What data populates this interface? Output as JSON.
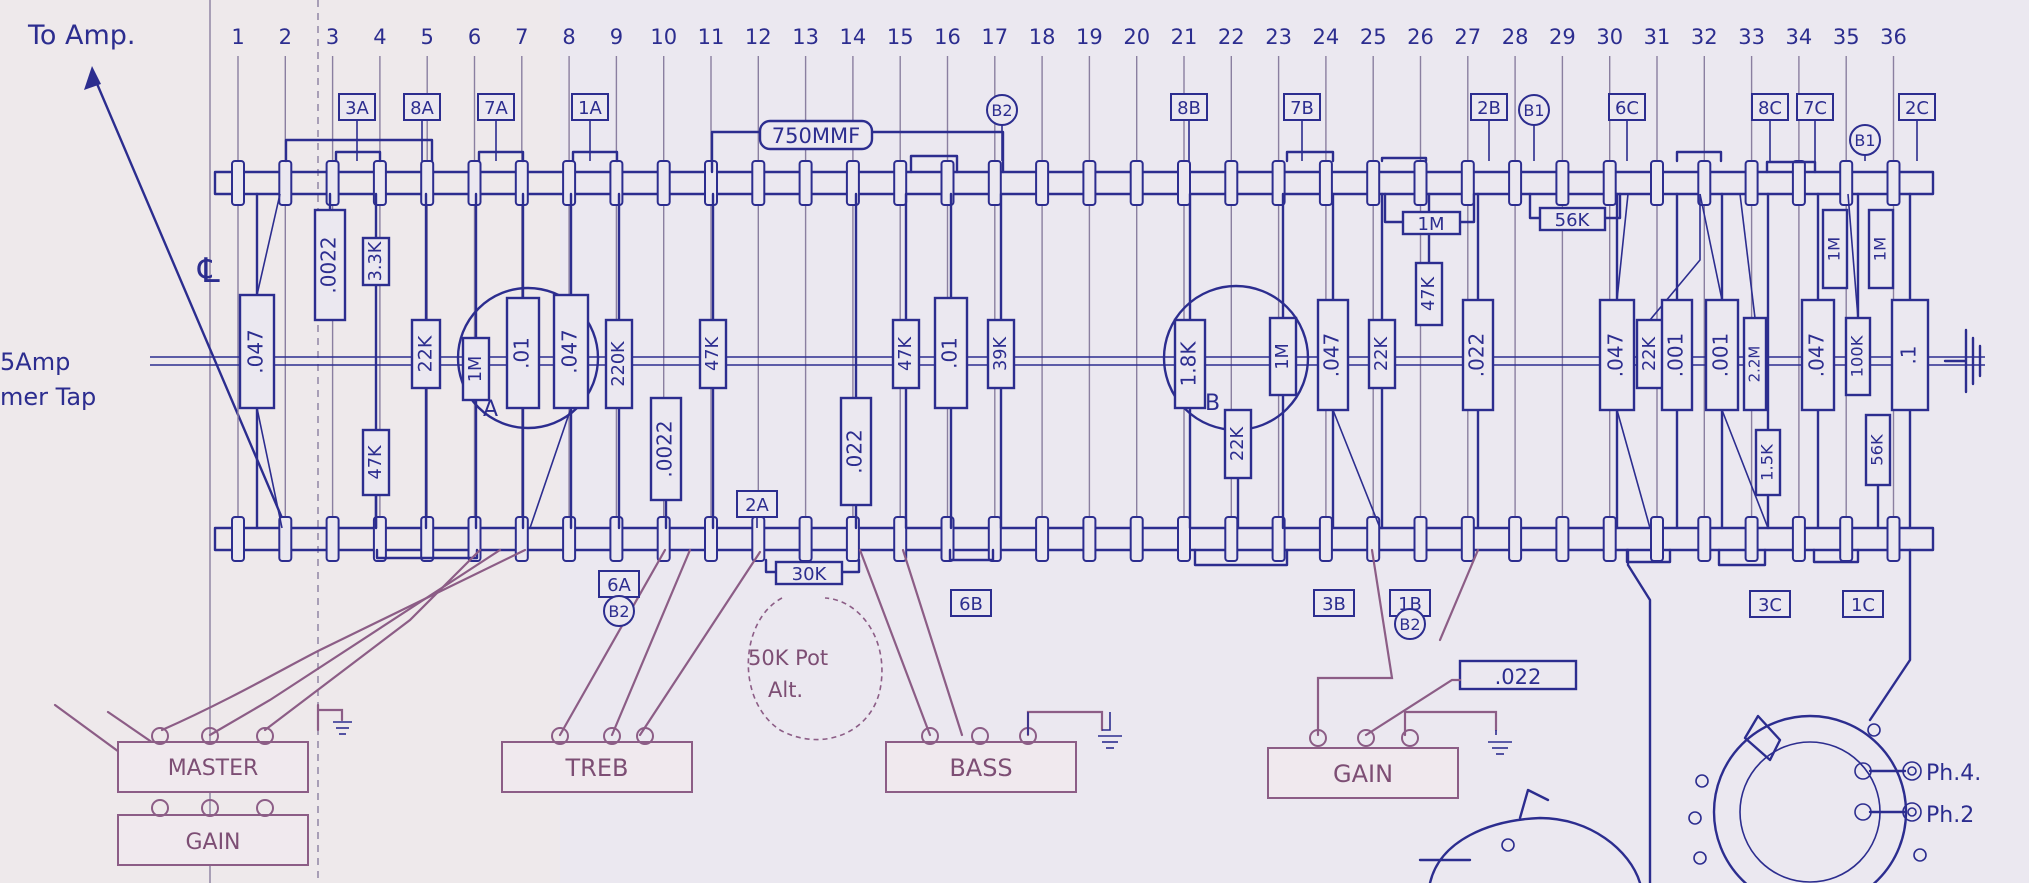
{
  "diagram": {
    "top_left_label": "To Amp.",
    "left_label_line1": "5Amp",
    "left_label_line2": "mer Tap",
    "centerline_symbol": "℄",
    "lug_numbers": [
      "1",
      "2",
      "3",
      "4",
      "5",
      "6",
      "7",
      "8",
      "9",
      "10",
      "11",
      "12",
      "13",
      "14",
      "15",
      "16",
      "17",
      "18",
      "19",
      "20",
      "21",
      "22",
      "23",
      "24",
      "25",
      "26",
      "27",
      "28",
      "29",
      "30",
      "31",
      "32",
      "33",
      "34",
      "35",
      "36"
    ],
    "tube_labels": [
      "A",
      "B"
    ],
    "top_tags": [
      "3A",
      "8A",
      "7A",
      "1A",
      "8B",
      "7B",
      "2B",
      "6C",
      "8C",
      "7C",
      "2C"
    ],
    "top_circle_tags": [
      "B2",
      "B1",
      "B1"
    ],
    "bottom_tags": [
      "6A",
      "6B",
      "3B",
      "1B",
      "3C",
      "1C",
      "2A"
    ],
    "bottom_circle_tags": [
      "B2",
      "B2"
    ],
    "components": [
      {
        "value": ".047"
      },
      {
        "value": ".0022"
      },
      {
        "value": "3.3K"
      },
      {
        "value": "47K"
      },
      {
        "value": "22K"
      },
      {
        "value": "1M"
      },
      {
        "value": ".01"
      },
      {
        "value": ".047"
      },
      {
        "value": "220K"
      },
      {
        "value": ".0022"
      },
      {
        "value": "47K"
      },
      {
        "value": ".022"
      },
      {
        "value": "47K"
      },
      {
        "value": ".01"
      },
      {
        "value": "39K"
      },
      {
        "value": "1.8K"
      },
      {
        "value": "22K"
      },
      {
        "value": "1M"
      },
      {
        "value": ".047"
      },
      {
        "value": "22K"
      },
      {
        "value": "47K"
      },
      {
        "value": ".022"
      },
      {
        "value": ".047"
      },
      {
        "value": "22K"
      },
      {
        "value": ".001"
      },
      {
        "value": ".001"
      },
      {
        "value": "2.2M"
      },
      {
        "value": "1.5K"
      },
      {
        "value": ".047"
      },
      {
        "value": "100K"
      },
      {
        "value": "56K"
      },
      {
        "value": ".1"
      },
      {
        "value": "1M"
      },
      {
        "value": "1M"
      }
    ],
    "top_horizontal_parts": {
      "cap_750": "750MMF",
      "r_1m": "1M",
      "r_56k": "56K"
    },
    "bottom_horizontal_parts": {
      "r_30k": "30K",
      "cap_022": ".022"
    },
    "pot_note_line1": "50K Pot",
    "pot_note_line2": "Alt.",
    "controls": {
      "master": "MASTER",
      "gain_left": "GAIN",
      "treble": "TREB",
      "bass": "BASS",
      "gain_right": "GAIN"
    },
    "phono_labels": [
      "Ph.4.",
      "Ph.2"
    ]
  }
}
